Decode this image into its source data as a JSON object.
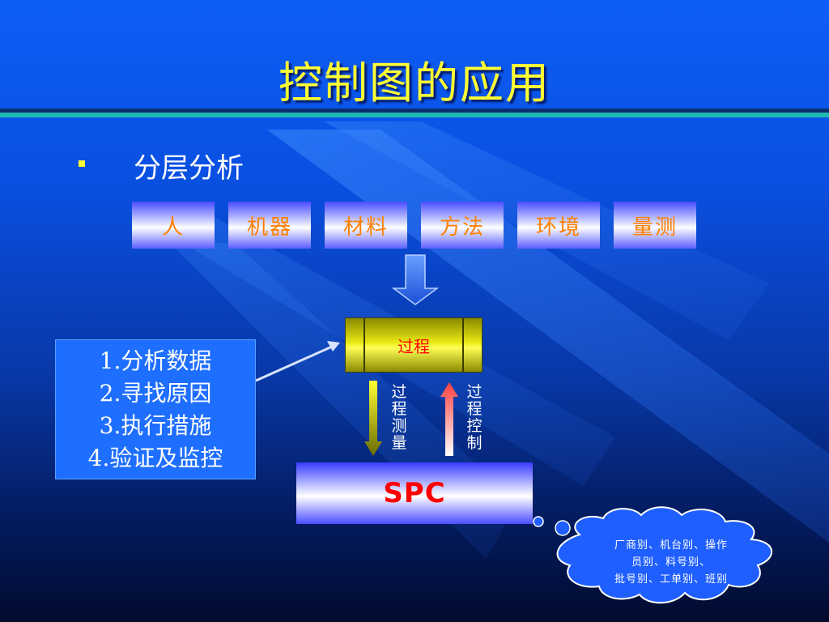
{
  "slide": {
    "title": "控制图的应用",
    "bullet": "分层分析"
  },
  "factors": [
    "人",
    "机器",
    "材料",
    "方法",
    "环境",
    "量测"
  ],
  "process": {
    "label": "过程",
    "measure_label": "过程测量",
    "control_label": "过程控制"
  },
  "spc": {
    "label": "SPC"
  },
  "steps": [
    "1.分析数据",
    "2.寻找原因",
    "3.执行措施",
    "4.验证及监控"
  ],
  "thought": {
    "lines": [
      "厂商别、机台别、操作",
      "员别、料号别、",
      "批号别、工单别、班别"
    ]
  },
  "colors": {
    "title": "#ffff33",
    "factor_text": "#ff8000",
    "spc_text": "#ff0000",
    "process_text": "#ff0000",
    "teal_rule": "#1fb8b0"
  }
}
